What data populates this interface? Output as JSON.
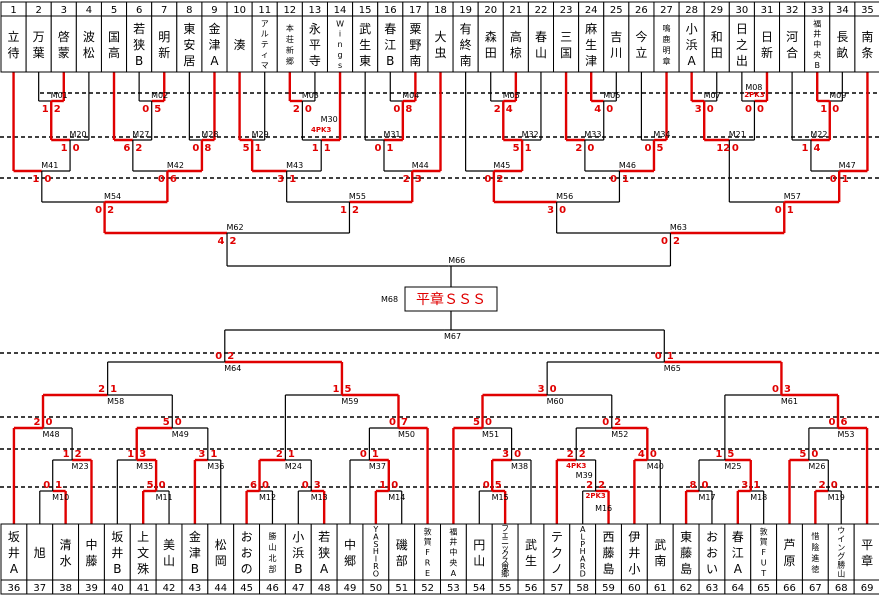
{
  "colors": {
    "win": "#e00000",
    "line": "#000000",
    "dash": "#000000"
  },
  "champion": {
    "match": "M68",
    "name": "平章ＳＳＳ"
  },
  "top_teams": [
    {
      "no": "1",
      "name": "立待"
    },
    {
      "no": "2",
      "name": "万葉"
    },
    {
      "no": "3",
      "name": "啓蒙"
    },
    {
      "no": "4",
      "name": "波松"
    },
    {
      "no": "5",
      "name": "国高"
    },
    {
      "no": "6",
      "name": "若狭B"
    },
    {
      "no": "7",
      "name": "明新"
    },
    {
      "no": "8",
      "name": "東安居"
    },
    {
      "no": "9",
      "name": "金津A"
    },
    {
      "no": "10",
      "name": "湊"
    },
    {
      "no": "11",
      "name": "アルティマ"
    },
    {
      "no": "12",
      "name": "本荘新郷"
    },
    {
      "no": "13",
      "name": "永平寺"
    },
    {
      "no": "14",
      "name": "Wings"
    },
    {
      "no": "15",
      "name": "武生東"
    },
    {
      "no": "16",
      "name": "春江B"
    },
    {
      "no": "17",
      "name": "粟野南"
    },
    {
      "no": "18",
      "name": "大虫"
    },
    {
      "no": "19",
      "name": "有終南"
    },
    {
      "no": "20",
      "name": "森田"
    },
    {
      "no": "21",
      "name": "高椋"
    },
    {
      "no": "22",
      "name": "春山"
    },
    {
      "no": "23",
      "name": "三国"
    },
    {
      "no": "24",
      "name": "麻生津"
    },
    {
      "no": "25",
      "name": "吉川"
    },
    {
      "no": "26",
      "name": "今立"
    },
    {
      "no": "27",
      "name": "鳴鹿明章"
    },
    {
      "no": "28",
      "name": "小浜A"
    },
    {
      "no": "29",
      "name": "和田"
    },
    {
      "no": "30",
      "name": "日之出"
    },
    {
      "no": "31",
      "name": "日新"
    },
    {
      "no": "32",
      "name": "河合"
    },
    {
      "no": "33",
      "name": "福井中央B"
    },
    {
      "no": "34",
      "name": "長畝"
    },
    {
      "no": "35",
      "name": "南条"
    }
  ],
  "bottom_teams": [
    {
      "no": "36",
      "name": "坂井A"
    },
    {
      "no": "37",
      "name": "旭"
    },
    {
      "no": "38",
      "name": "清水"
    },
    {
      "no": "39",
      "name": "中藤"
    },
    {
      "no": "40",
      "name": "坂井B"
    },
    {
      "no": "41",
      "name": "上文殊"
    },
    {
      "no": "42",
      "name": "美山"
    },
    {
      "no": "43",
      "name": "金津B"
    },
    {
      "no": "44",
      "name": "松岡"
    },
    {
      "no": "45",
      "name": "おおの"
    },
    {
      "no": "46",
      "name": "勝山北部"
    },
    {
      "no": "47",
      "name": "小浜B"
    },
    {
      "no": "48",
      "name": "若狭A"
    },
    {
      "no": "49",
      "name": "中郷"
    },
    {
      "no": "50",
      "name": "YASHIRO"
    },
    {
      "no": "51",
      "name": "磯部"
    },
    {
      "no": "52",
      "name": "敦賀FRE"
    },
    {
      "no": "53",
      "name": "福井中央A"
    },
    {
      "no": "54",
      "name": "円山"
    },
    {
      "no": "55",
      "name": "フェニックス東郷"
    },
    {
      "no": "56",
      "name": "武生"
    },
    {
      "no": "57",
      "name": "テクノ"
    },
    {
      "no": "58",
      "name": "ALPHARD"
    },
    {
      "no": "59",
      "name": "西藤島"
    },
    {
      "no": "60",
      "name": "伊井小"
    },
    {
      "no": "61",
      "name": "武南"
    },
    {
      "no": "62",
      "name": "東藤島"
    },
    {
      "no": "63",
      "name": "おおい"
    },
    {
      "no": "64",
      "name": "春江A"
    },
    {
      "no": "65",
      "name": "敦賀FUT"
    },
    {
      "no": "66",
      "name": "芦原"
    },
    {
      "no": "67",
      "name": "惜陰進徳"
    },
    {
      "no": "68",
      "name": "ウイング勝山"
    },
    {
      "no": "69",
      "name": "平章"
    }
  ],
  "matches": [
    {
      "id": "M01",
      "a": "1",
      "b": "2",
      "pk": ""
    },
    {
      "id": "M02",
      "a": "0",
      "b": "5",
      "pk": ""
    },
    {
      "id": "M03",
      "a": "2",
      "b": "0",
      "pk": ""
    },
    {
      "id": "M04",
      "a": "0",
      "b": "8",
      "pk": ""
    },
    {
      "id": "M05",
      "a": "2",
      "b": "4",
      "pk": ""
    },
    {
      "id": "M06",
      "a": "4",
      "b": "0",
      "pk": ""
    },
    {
      "id": "M07",
      "a": "3",
      "b": "0",
      "pk": ""
    },
    {
      "id": "M08",
      "a": "0",
      "b": "0",
      "pk": "2PK3"
    },
    {
      "id": "M09",
      "a": "1",
      "b": "0",
      "pk": ""
    },
    {
      "id": "M20",
      "a": "1",
      "b": "0",
      "pk": ""
    },
    {
      "id": "M27",
      "a": "6",
      "b": "2",
      "pk": ""
    },
    {
      "id": "M28",
      "a": "0",
      "b": "8",
      "pk": ""
    },
    {
      "id": "M29",
      "a": "5",
      "b": "1",
      "pk": ""
    },
    {
      "id": "M30",
      "a": "1",
      "b": "1",
      "pk": "4PK3"
    },
    {
      "id": "M31",
      "a": "0",
      "b": "1",
      "pk": ""
    },
    {
      "id": "M32",
      "a": "5",
      "b": "1",
      "pk": ""
    },
    {
      "id": "M33",
      "a": "2",
      "b": "0",
      "pk": ""
    },
    {
      "id": "M34",
      "a": "0",
      "b": "5",
      "pk": ""
    },
    {
      "id": "M21",
      "a": "12",
      "b": "0",
      "pk": ""
    },
    {
      "id": "M22",
      "a": "1",
      "b": "4",
      "pk": ""
    },
    {
      "id": "M41",
      "a": "1",
      "b": "0",
      "pk": ""
    },
    {
      "id": "M42",
      "a": "0",
      "b": "6",
      "pk": ""
    },
    {
      "id": "M43",
      "a": "3",
      "b": "1",
      "pk": ""
    },
    {
      "id": "M44",
      "a": "2",
      "b": "3",
      "pk": ""
    },
    {
      "id": "M45",
      "a": "0",
      "b": "2",
      "pk": ""
    },
    {
      "id": "M46",
      "a": "0",
      "b": "1",
      "pk": ""
    },
    {
      "id": "M47",
      "a": "0",
      "b": "1",
      "pk": ""
    },
    {
      "id": "M54",
      "a": "0",
      "b": "2",
      "pk": ""
    },
    {
      "id": "M55",
      "a": "1",
      "b": "2",
      "pk": ""
    },
    {
      "id": "M56",
      "a": "3",
      "b": "0",
      "pk": ""
    },
    {
      "id": "M57",
      "a": "0",
      "b": "1",
      "pk": ""
    },
    {
      "id": "M62",
      "a": "4",
      "b": "2",
      "pk": ""
    },
    {
      "id": "M63",
      "a": "0",
      "b": "2",
      "pk": ""
    },
    {
      "id": "M66",
      "a": "",
      "b": "",
      "pk": ""
    },
    {
      "id": "M68",
      "a": "",
      "b": "",
      "pk": ""
    },
    {
      "id": "M67",
      "a": "",
      "b": "",
      "pk": ""
    },
    {
      "id": "M64",
      "a": "0",
      "b": "2",
      "pk": ""
    },
    {
      "id": "M65",
      "a": "0",
      "b": "1",
      "pk": ""
    },
    {
      "id": "M58",
      "a": "2",
      "b": "1",
      "pk": ""
    },
    {
      "id": "M59",
      "a": "1",
      "b": "5",
      "pk": ""
    },
    {
      "id": "M60",
      "a": "3",
      "b": "0",
      "pk": ""
    },
    {
      "id": "M61",
      "a": "0",
      "b": "3",
      "pk": ""
    },
    {
      "id": "M48",
      "a": "2",
      "b": "0",
      "pk": ""
    },
    {
      "id": "M49",
      "a": "5",
      "b": "0",
      "pk": ""
    },
    {
      "id": "M50",
      "a": "0",
      "b": "7",
      "pk": ""
    },
    {
      "id": "M51",
      "a": "5",
      "b": "0",
      "pk": ""
    },
    {
      "id": "M52",
      "a": "0",
      "b": "2",
      "pk": ""
    },
    {
      "id": "M53",
      "a": "0",
      "b": "6",
      "pk": ""
    },
    {
      "id": "M23",
      "a": "1",
      "b": "2",
      "pk": ""
    },
    {
      "id": "M35",
      "a": "1",
      "b": "3",
      "pk": ""
    },
    {
      "id": "M36",
      "a": "3",
      "b": "1",
      "pk": ""
    },
    {
      "id": "M24",
      "a": "2",
      "b": "1",
      "pk": ""
    },
    {
      "id": "M37",
      "a": "0",
      "b": "1",
      "pk": ""
    },
    {
      "id": "M38",
      "a": "3",
      "b": "0",
      "pk": ""
    },
    {
      "id": "M39",
      "a": "2",
      "b": "2",
      "pk": "4PK3"
    },
    {
      "id": "M40",
      "a": "4",
      "b": "0",
      "pk": ""
    },
    {
      "id": "M25",
      "a": "1",
      "b": "5",
      "pk": ""
    },
    {
      "id": "M26",
      "a": "5",
      "b": "0",
      "pk": ""
    },
    {
      "id": "M10",
      "a": "0",
      "b": "1",
      "pk": ""
    },
    {
      "id": "M11",
      "a": "5",
      "b": "0",
      "pk": ""
    },
    {
      "id": "M12",
      "a": "6",
      "b": "0",
      "pk": ""
    },
    {
      "id": "M13",
      "a": "0",
      "b": "3",
      "pk": ""
    },
    {
      "id": "M14",
      "a": "1",
      "b": "0",
      "pk": ""
    },
    {
      "id": "M15",
      "a": "0",
      "b": "5",
      "pk": ""
    },
    {
      "id": "M16",
      "a": "2",
      "b": "2",
      "pk": "2PK3"
    },
    {
      "id": "M17",
      "a": "8",
      "b": "0",
      "pk": ""
    },
    {
      "id": "M18",
      "a": "3",
      "b": "1",
      "pk": ""
    },
    {
      "id": "M19",
      "a": "2",
      "b": "0",
      "pk": ""
    }
  ]
}
